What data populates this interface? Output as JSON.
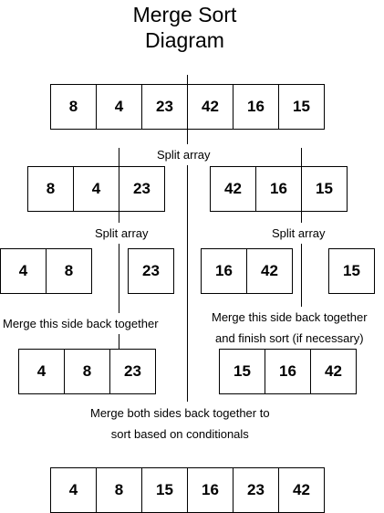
{
  "title_line1": "Merge Sort",
  "title_line2": "Diagram",
  "initial": [
    "8",
    "4",
    "23",
    "42",
    "16",
    "15"
  ],
  "left_half": [
    "8",
    "4",
    "23"
  ],
  "right_half": [
    "42",
    "16",
    "15"
  ],
  "left_pair": [
    "4",
    "8"
  ],
  "left_single": [
    "23"
  ],
  "right_pair": [
    "16",
    "42"
  ],
  "right_single": [
    "15"
  ],
  "left_merged": [
    "4",
    "8",
    "23"
  ],
  "right_merged": [
    "15",
    "16",
    "42"
  ],
  "final": [
    "4",
    "8",
    "15",
    "16",
    "23",
    "42"
  ],
  "labels": {
    "split_center": "Split array",
    "split_left": "Split array",
    "split_right": "Split array",
    "merge_left": "Merge this side back together",
    "merge_right_line1": "Merge this side back together",
    "merge_right_line2": "and finish sort (if necessary)",
    "merge_both_line1": "Merge both sides back together to",
    "merge_both_line2": "sort based on conditionals"
  }
}
